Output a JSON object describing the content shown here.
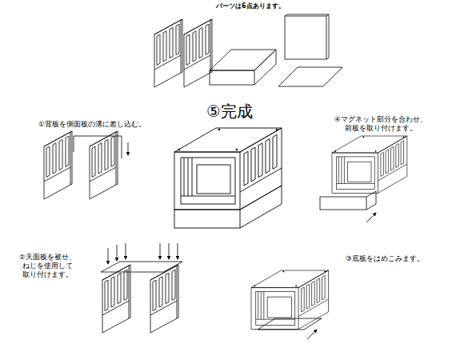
{
  "diagram": {
    "labels": [
      "パーツは6点あります。",
      "①背板を側面板の溝に差し込む。",
      "⑤完成",
      "④マグネット部分を合わせ、 前板を取り付けます。",
      "②天面板を被せ、 ねじを使用して 取り付けます。",
      "③底板をはめこみます。"
    ]
  }
}
